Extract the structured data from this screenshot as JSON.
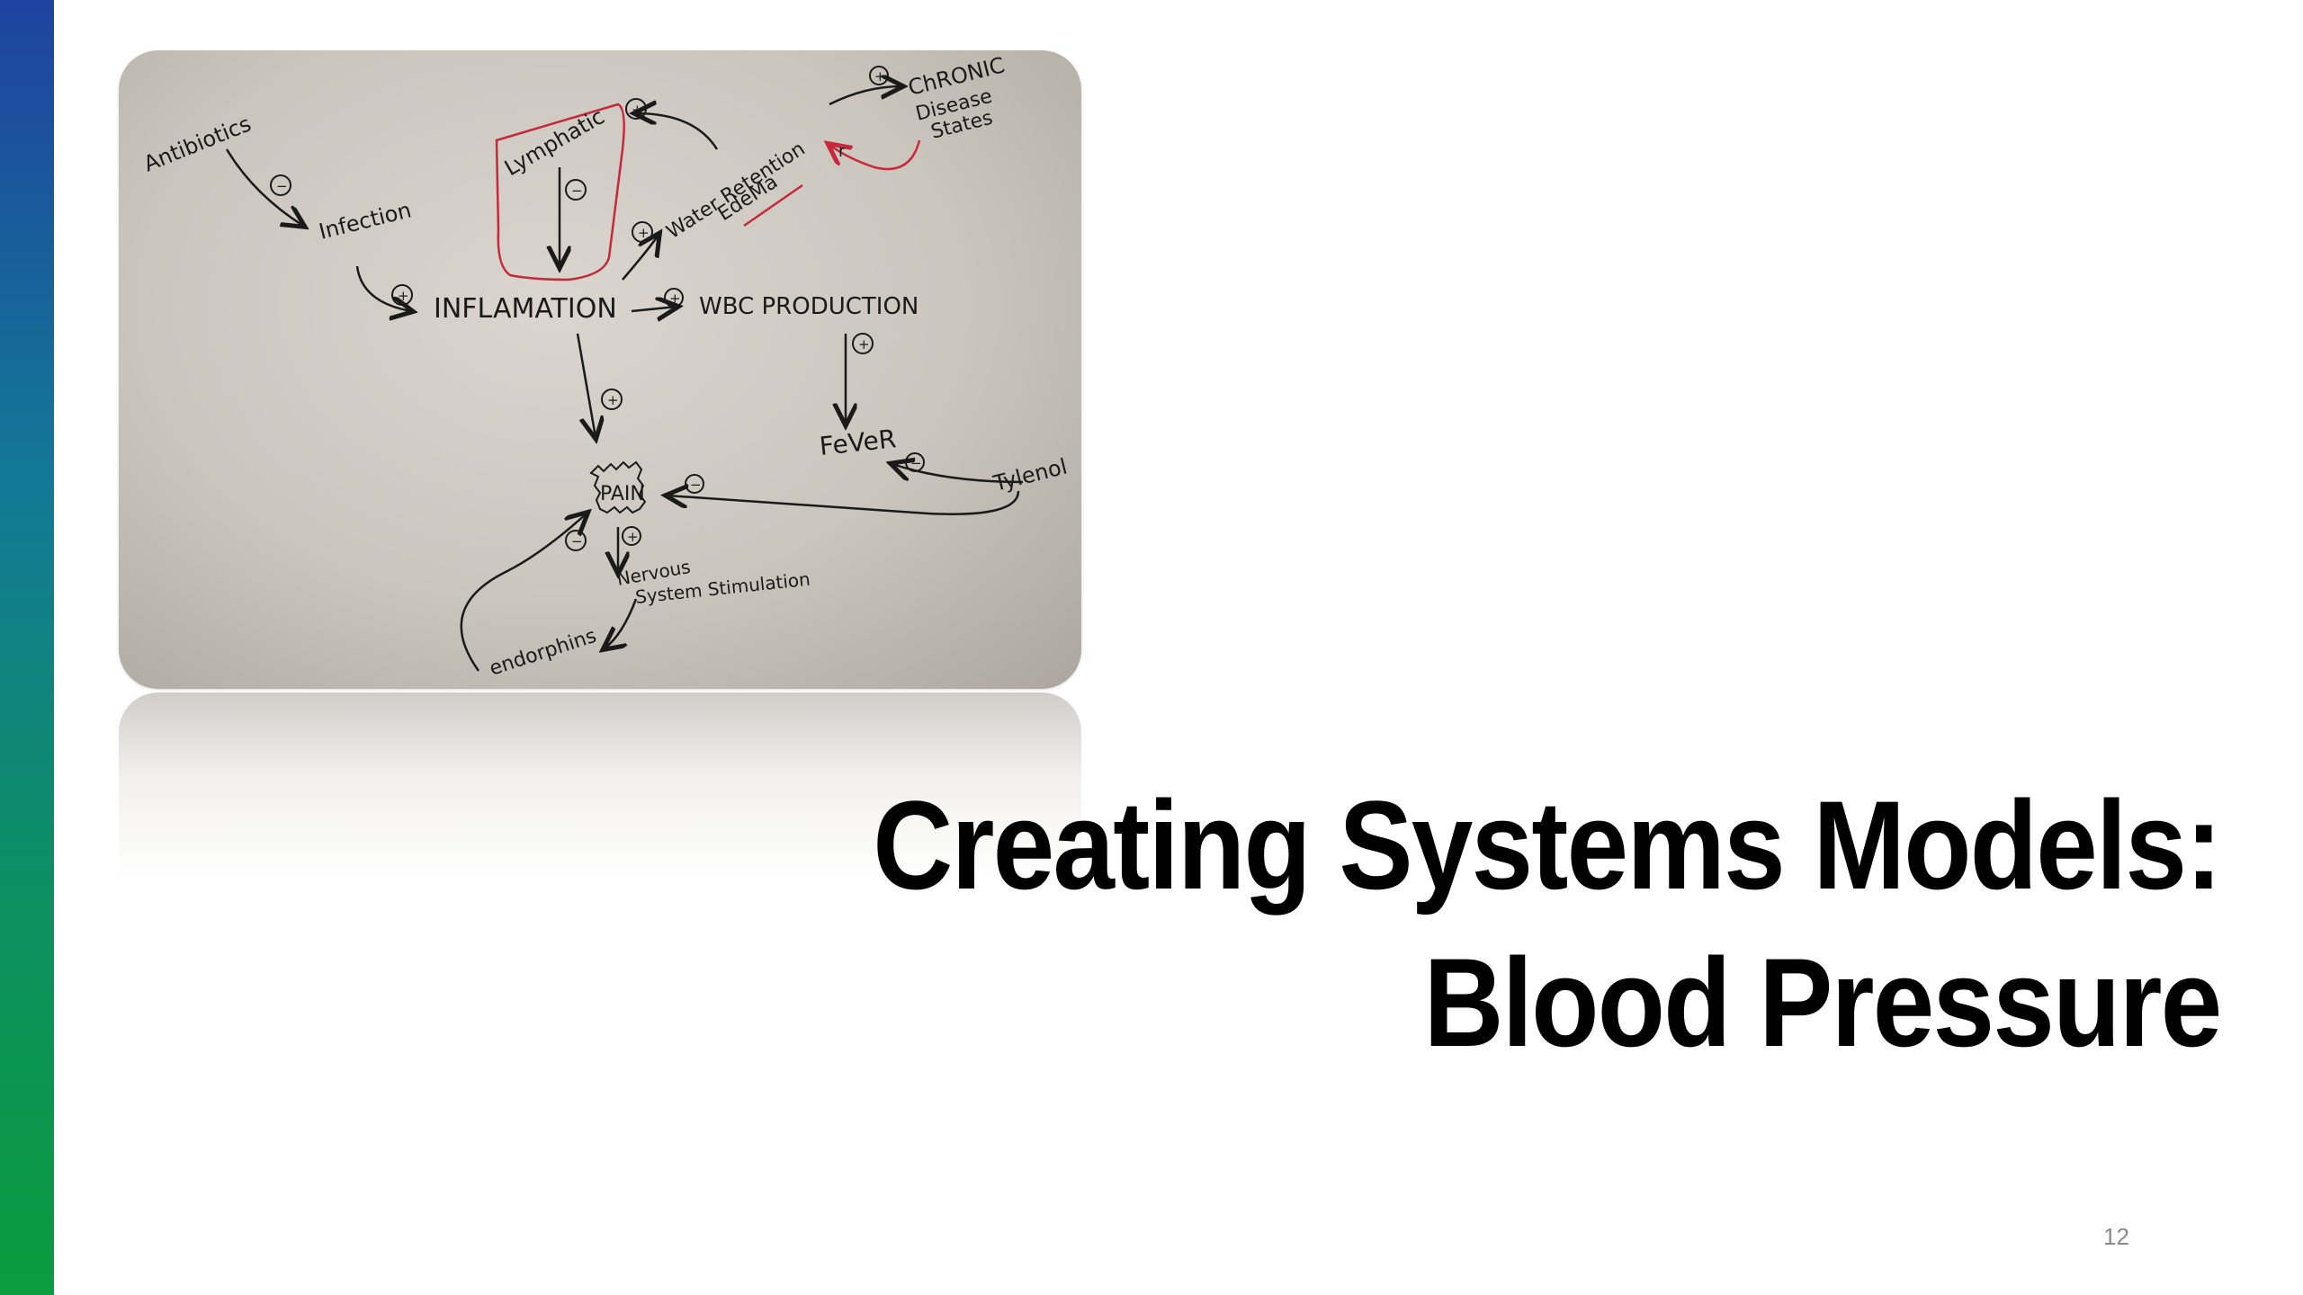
{
  "slide": {
    "title_line1": "Creating Systems Models:",
    "title_line2": "Blood Pressure",
    "page_number": "12",
    "accent_gradient": [
      "#1f43a0",
      "#127a96",
      "#0c9060",
      "#0a9c3e"
    ]
  },
  "whiteboard": {
    "nodes": {
      "antibiotics": "Antibiotics",
      "infection": "Infection",
      "lymphatic": "Lymphatic",
      "water_retention": "Water Retention",
      "edema": "EdeMa",
      "chronic": "ChRONIC",
      "disease": "Disease",
      "states": "States",
      "inflamation": "INFLAMATION",
      "wbc_production": "WBC PRODUCTION",
      "fever": "FeVeR",
      "tylenol": "Tylenol",
      "pain": "PAIN",
      "nervous": "Nervous",
      "system_stimulation": "System Stimulation",
      "endorphins": "endorphins"
    },
    "link_signs": {
      "antibiotics_infection": "−",
      "infection_inflamation": "+",
      "lymphatic_inflamation": "−",
      "inflamation_water": "+",
      "water_lymphatic": "+",
      "water_chronic": "+",
      "inflamation_wbc": "+",
      "wbc_fever": "+",
      "inflamation_pain": "+",
      "tylenol_fever": "−",
      "tylenol_pain": "−",
      "pain_nervous": "+",
      "endorphins_pain": "−"
    },
    "ink_colors": {
      "black": "#1a1a1a",
      "red": "#c8283a"
    }
  }
}
